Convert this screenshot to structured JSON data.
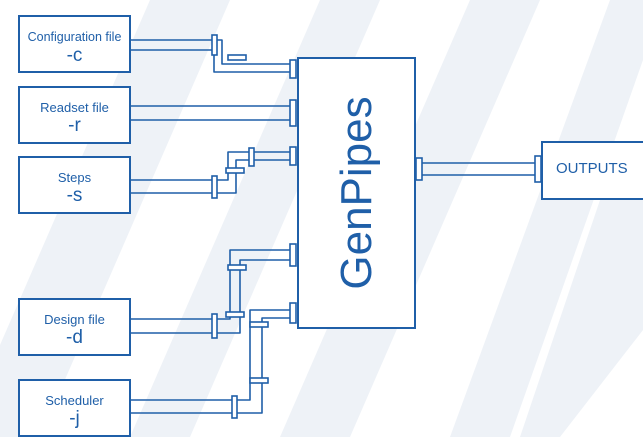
{
  "colors": {
    "accent": "#1f5fa8",
    "background_stripes": "#eef2f7"
  },
  "inputs": [
    {
      "label": "Configuration file",
      "flag": "-c"
    },
    {
      "label": "Readset file",
      "flag": "-r"
    },
    {
      "label": "Steps",
      "flag": "-s"
    },
    {
      "label": "Design file",
      "flag": "-d"
    },
    {
      "label": "Scheduler",
      "flag": "-j"
    }
  ],
  "core": {
    "title": "GenPipes"
  },
  "output": {
    "label": "OUTPUTS"
  }
}
